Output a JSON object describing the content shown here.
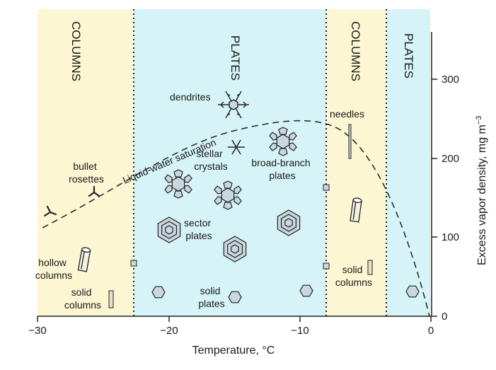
{
  "bands": [
    {
      "label": "COLUMNS",
      "color": "#fcf6d2"
    },
    {
      "label": "PLATES",
      "color": "#d6f3f7"
    },
    {
      "label": "COLUMNS",
      "color": "#fcf6d2"
    },
    {
      "label": "PLATES",
      "color": "#d6f3f7"
    }
  ],
  "crystal_labels": {
    "dendrites": "dendrites",
    "needles": "needles",
    "bullet_rosettes": "bullet rosettes",
    "stellar_crystals": "stellar crystals",
    "broad_branch_plates": "broad-branch plates",
    "sector_plates": "sector plates",
    "hollow_columns_left": "hollow columns",
    "solid_columns_left": "solid columns",
    "solid_plates": "solid plates",
    "solid_columns_right": "solid columns"
  },
  "curve_label": "Liquid-water saturation",
  "x_axis": {
    "title": "Temperature, °C",
    "ticks": [
      {
        "value": -30,
        "label": "−30"
      },
      {
        "value": -20,
        "label": "−20"
      },
      {
        "value": -10,
        "label": "−10"
      },
      {
        "value": 0,
        "label": "0"
      }
    ]
  },
  "y_axis": {
    "title": "Excess vapor density, mg m",
    "title_sup": "−3",
    "ticks": [
      {
        "value": 0,
        "label": "0"
      },
      {
        "value": 100,
        "label": "100"
      },
      {
        "value": 200,
        "label": "200"
      },
      {
        "value": 300,
        "label": "300"
      }
    ]
  },
  "colors": {
    "columns_band": "#fcf6d2",
    "plates_band": "#d6f3f7",
    "crystal_fill": "#c9d7de",
    "line": "#222222"
  }
}
